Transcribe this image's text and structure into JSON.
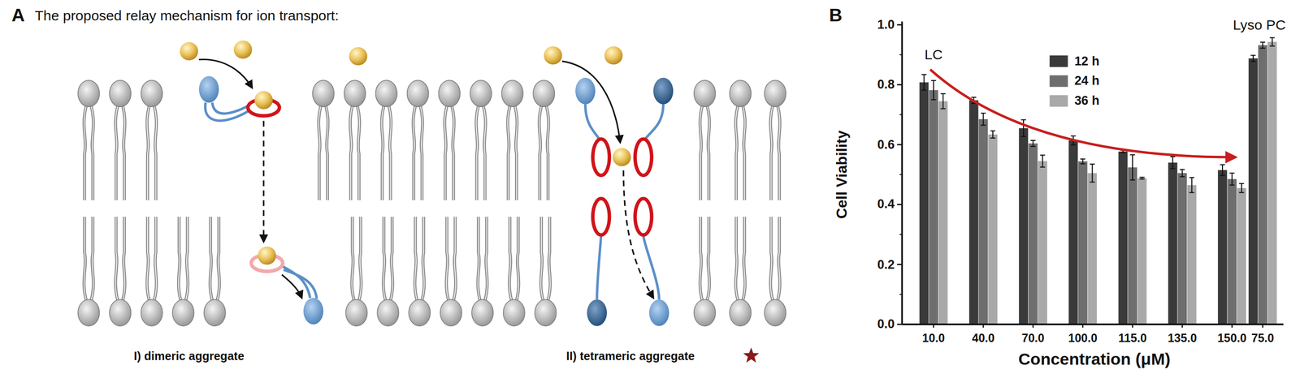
{
  "diagram": {
    "title": "The proposed relay mechanism for ion transport:",
    "labels": [
      "A",
      "I) dimeric aggregate",
      "II) tetrameric aggregate",
      "B",
      "LC",
      "Lyso PC",
      "Cell Viability",
      "Concentration (μM)",
      "0.0",
      "0.2",
      "0.4",
      "0.6",
      "0.8",
      "1.0",
      "10.0",
      "40.0",
      "70.0",
      "100.0",
      "115.0",
      "135.0",
      "150.0",
      "75.0"
    ],
    "legend": [
      {
        "text": "12 h",
        "color": "#3a3a3a"
      },
      {
        "text": "24 h",
        "color": "#6e6e6e"
      },
      {
        "text": "36 h",
        "color": "#a9a9a9"
      }
    ]
  }
}
